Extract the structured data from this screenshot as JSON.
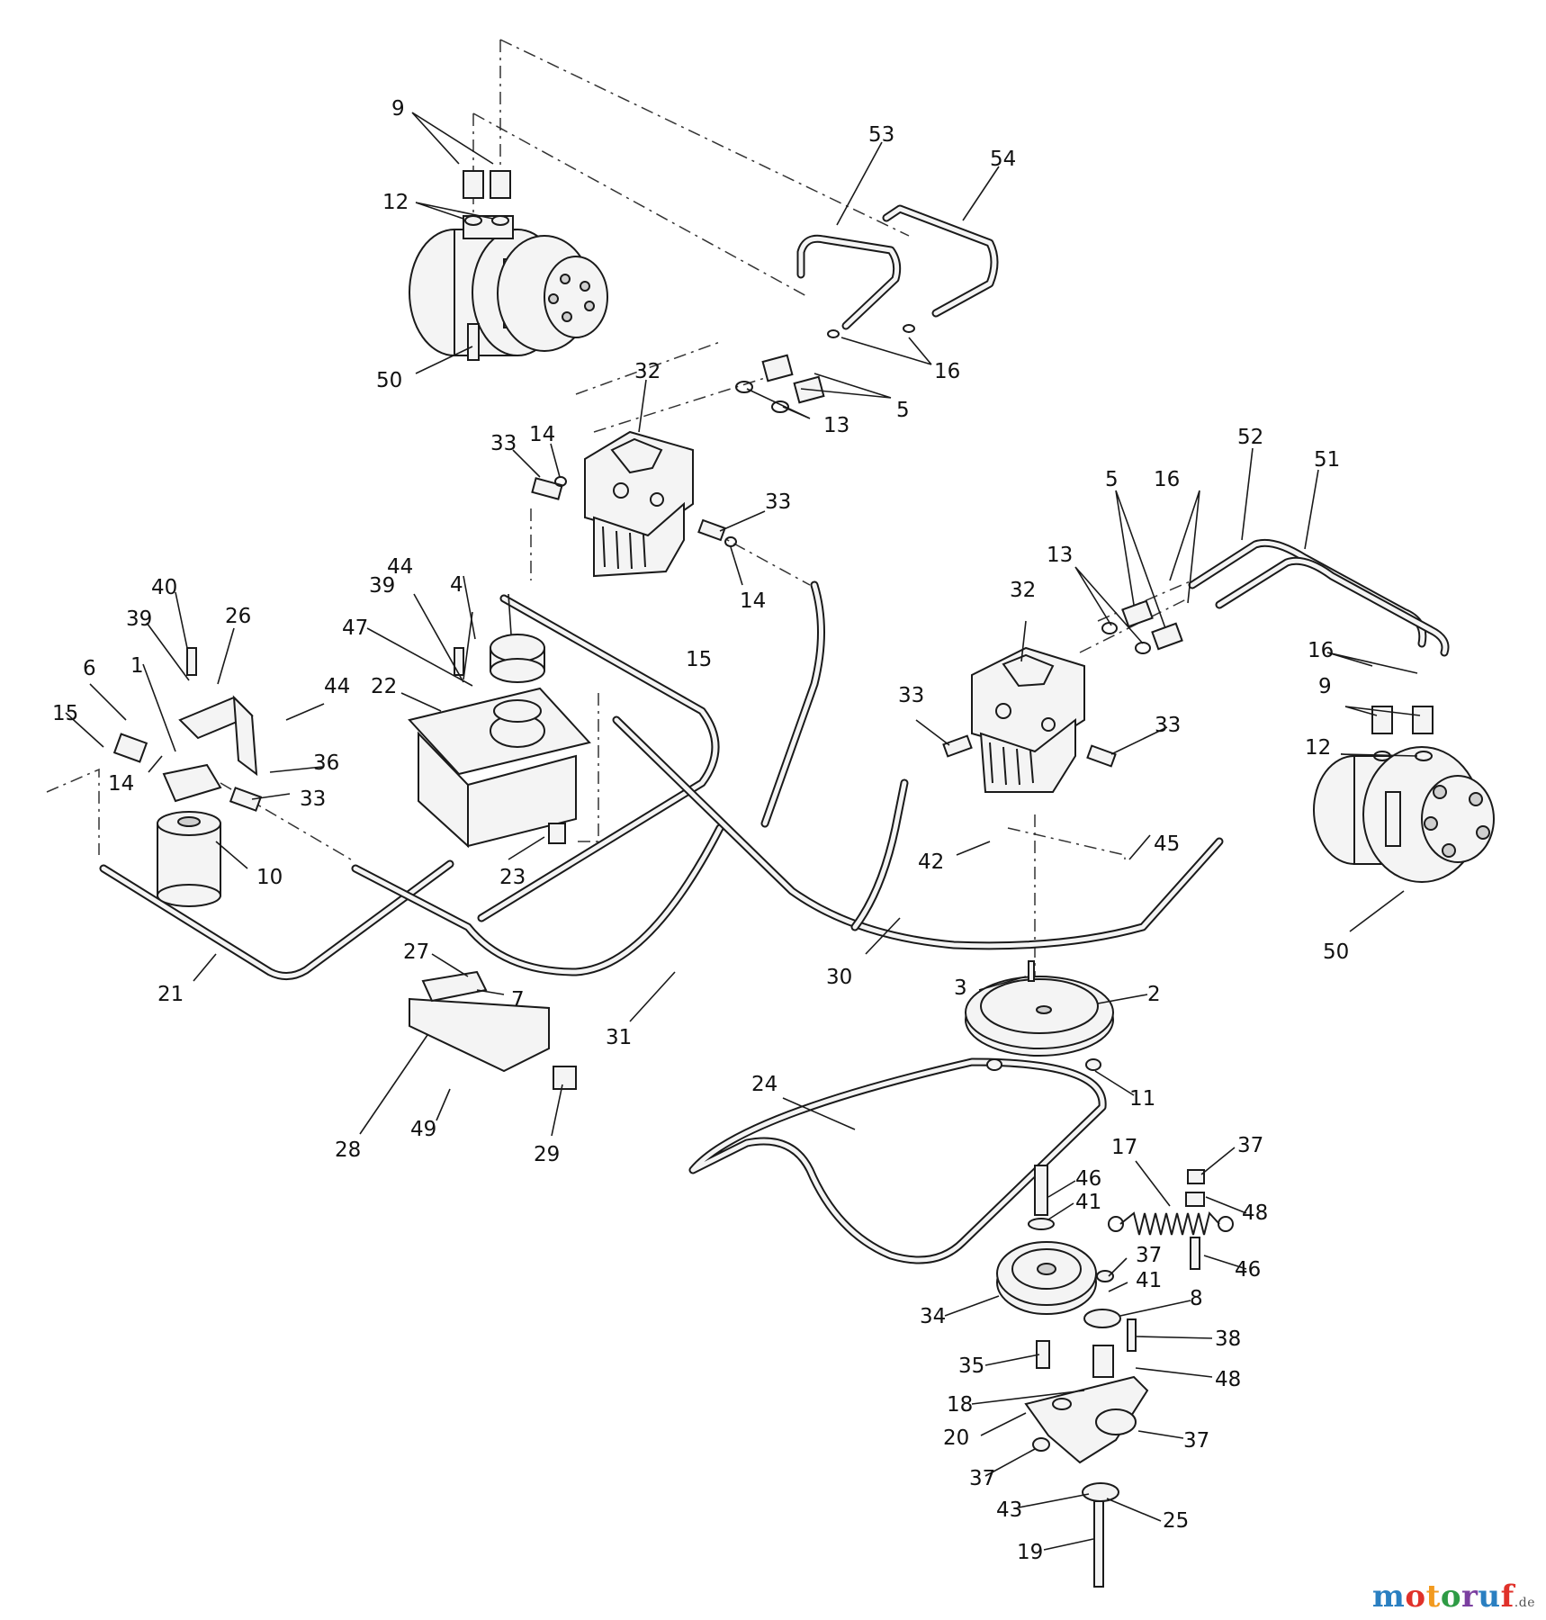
{
  "callouts": {
    "c9a": "9",
    "c12a": "12",
    "c50a": "50",
    "c53": "53",
    "c54": "54",
    "c16a": "16",
    "c5a": "5",
    "c13a": "13",
    "c32a": "32",
    "c14a": "14",
    "c33a": "33",
    "c33b": "33",
    "c14b": "14",
    "c44a": "44",
    "c39a": "39",
    "c4": "4",
    "c47": "47",
    "c22": "22",
    "c15a": "15",
    "c40": "40",
    "c39b": "39",
    "c26": "26",
    "c6": "6",
    "c1": "1",
    "c15b": "15",
    "c14c": "14",
    "c44b": "44",
    "c36": "36",
    "c33c": "33",
    "c10": "10",
    "c23": "23",
    "c21": "21",
    "c27": "27",
    "c7": "7",
    "c31": "31",
    "c28": "28",
    "c49": "49",
    "c29": "29",
    "c52": "52",
    "c51": "51",
    "c5b": "5",
    "c16b": "16",
    "c13b": "13",
    "c32b": "32",
    "c33d": "33",
    "c33e": "33",
    "c16c": "16",
    "c9b": "9",
    "c12b": "12",
    "c42": "42",
    "c45": "45",
    "c50b": "50",
    "c30": "30",
    "c3": "3",
    "c2": "2",
    "c11": "11",
    "c24": "24",
    "c17": "17",
    "c37a": "37",
    "c48a": "48",
    "c46a": "46",
    "c41a": "41",
    "c46b": "46",
    "c37b": "37",
    "c41b": "41",
    "c8": "8",
    "c34": "34",
    "c38": "38",
    "c35": "35",
    "c48b": "48",
    "c18": "18",
    "c20": "20",
    "c37c": "37",
    "c37d": "37",
    "c43": "43",
    "c25": "25",
    "c19": "19"
  },
  "watermark": {
    "letters": [
      "m",
      "o",
      "t",
      "o",
      "r",
      "u",
      "f"
    ],
    "colors": [
      "#2a7fc1",
      "#e0312a",
      "#f29a1f",
      "#2e9b45",
      "#7b3fa0",
      "#2a7fc1",
      "#e0312a"
    ],
    "suffix": ".de"
  }
}
